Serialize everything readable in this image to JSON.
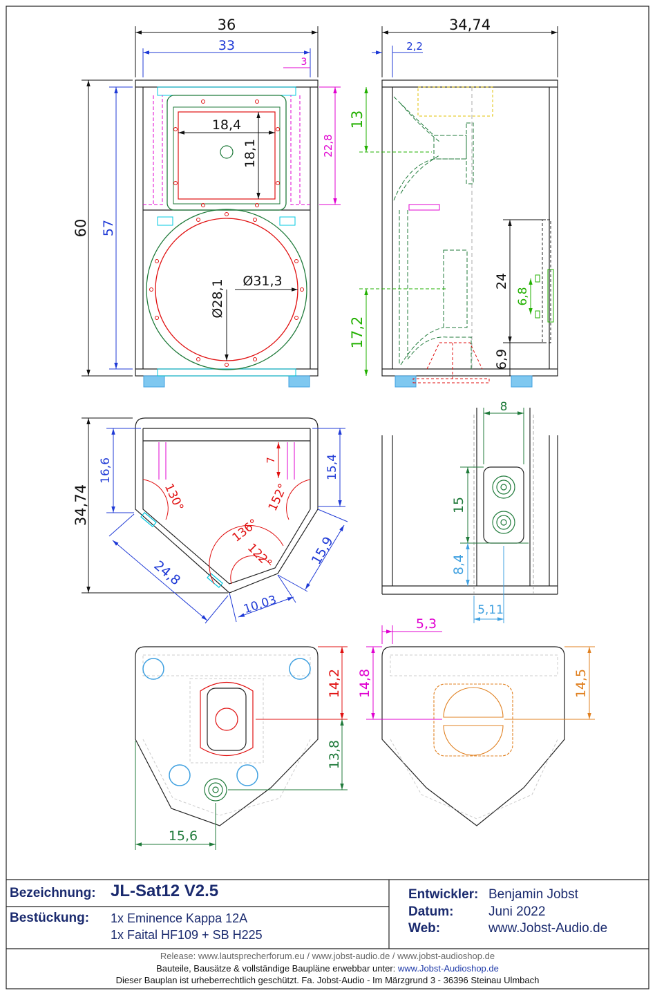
{
  "colors": {
    "line": "#222222",
    "black_dim": "#111111",
    "blue_dim": "#1f3ad6",
    "magenta": "#e000d0",
    "green": "#1f7a3a",
    "bright_green": "#22b000",
    "red": "#e01010",
    "cyan": "#00c8e0",
    "orange": "#e08020",
    "sky": "#3fa0e0",
    "title_blue": "#1a2a6e"
  },
  "front_view": {
    "width_outer": "36",
    "width_inner": "33",
    "offset": "3",
    "height_outer": "60",
    "height_inner": "57",
    "horn_height": "22,8",
    "horn_width": "18,4",
    "horn_height_inner": "18,1",
    "woofer_outer": "Ø31,3",
    "woofer_inner": "Ø28,1"
  },
  "side_view": {
    "depth": "34,74",
    "front_thickness": "2,2",
    "dim_13": "13",
    "dim_17_2": "17,2",
    "dim_24": "24",
    "dim_6_8": "6,8",
    "dim_6_9": "6,9"
  },
  "top_view": {
    "depth": "34,74",
    "dim_16_6": "16,6",
    "dim_15_4": "15,4",
    "dim_7": "7",
    "angle_130": "130°",
    "angle_152": "152°",
    "angle_136": "136°",
    "angle_122": "122°",
    "dim_24_8": "24,8",
    "dim_15_9": "15,9",
    "dim_10_03": "10,03"
  },
  "terminal_view": {
    "dim_8": "8",
    "dim_15": "15",
    "dim_8_4": "8,4",
    "dim_5_11": "5,11"
  },
  "bottom_views": {
    "dim_5_3": "5,3",
    "dim_14_2": "14,2",
    "dim_13_8": "13,8",
    "dim_15_6": "15,6",
    "dim_14_8": "14,8",
    "dim_14_5": "14,5"
  },
  "title_block": {
    "bezeichnung_label": "Bezeichnung:",
    "bezeichnung_value": "JL-Sat12 V2.5",
    "bestueckung_label": "Bestückung:",
    "bestueckung_line1": "1x Eminence Kappa 12A",
    "bestueckung_line2": "1x Faital HF109 + SB H225",
    "entwickler_label": "Entwickler:",
    "entwickler_value": "Benjamin Jobst",
    "datum_label": "Datum:",
    "datum_value": "Juni 2022",
    "web_label": "Web:",
    "web_value": "www.Jobst-Audio.de"
  },
  "footer": {
    "release": "Release: www.lautsprecherforum.eu / www.jobst-audio.de / www.jobst-audioshop.de",
    "bauteile_prefix": "Bauteile, Bausätze & vollständige Baupläne erwebbar unter: ",
    "bauteile_link": "www.Jobst-Audioshop.de",
    "copyright": "Dieser Bauplan ist urheberrechtlich geschützt. Fa. Jobst-Audio - Im Märzgrund 3 - 36396 Steinau Ulmbach"
  }
}
